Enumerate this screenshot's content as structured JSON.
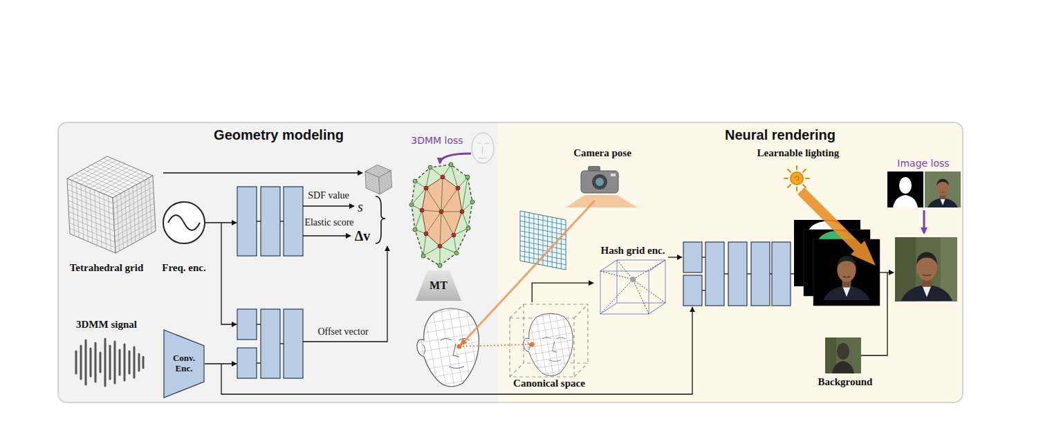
{
  "diagram": {
    "nodes": [
      {
        "text": [
          "Geometry modeling"
        ]
      },
      {
        "text": [
          "Neural rendering"
        ]
      },
      {
        "text": [
          "Tetrahedral grid"
        ],
        "in": 0
      },
      {
        "text": [
          "Freq. enc."
        ],
        "in": 0
      },
      {
        "text": [
          "3DMM signal"
        ],
        "in": 0
      },
      {
        "text": [
          "Conv. Enc."
        ],
        "in": 0
      },
      {
        "text": [
          "MT"
        ],
        "in": 0
      },
      {
        "text": [
          "Camera pose"
        ],
        "in": 1
      },
      {
        "text": [
          "Learnable lighting"
        ],
        "in": 1
      },
      {
        "text": [
          "Image loss"
        ],
        "in": 1
      },
      {
        "text": [
          "Hash grid enc."
        ],
        "in": 1
      },
      {
        "text": [
          "Canonical space"
        ],
        "in": 1
      },
      {
        "text": [
          "Background"
        ],
        "in": 1
      }
    ],
    "edges": [
      {
        "from": 11,
        "to": 10,
        "arrow": "to"
      }
    ],
    "labels": [
      "3DMM loss",
      "SDF value",
      "s",
      "Elastic score",
      "Δv",
      "Offset vector"
    ]
  }
}
